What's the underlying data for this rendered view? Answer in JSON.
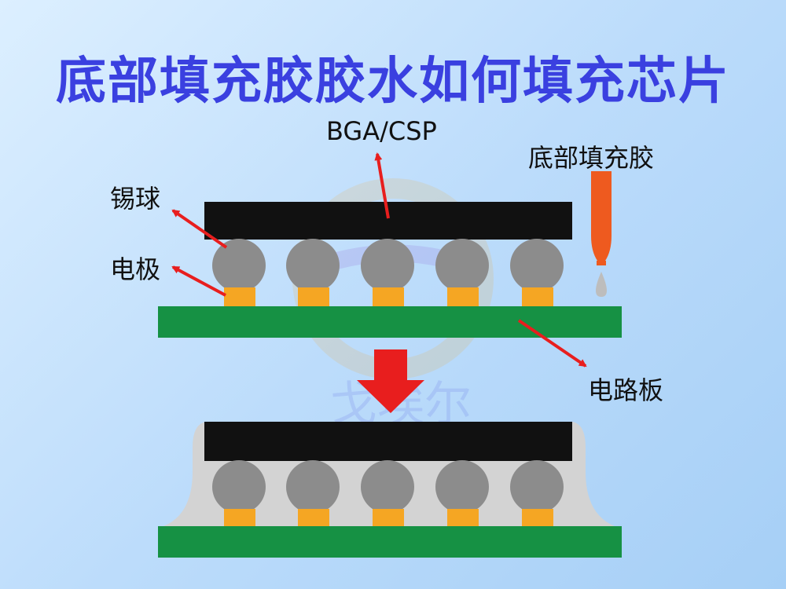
{
  "title": "底部填充胶胶水如何填充芯片",
  "labels": {
    "chip": "BGA/CSP",
    "underfill": "底部填充胶",
    "solder_ball": "锡球",
    "electrode": "电极",
    "pcb": "电路板"
  },
  "watermark": "戈埃尔",
  "colors": {
    "title": "#3a40e0",
    "chip": "#111111",
    "solder_ball": "#8c8c8c",
    "electrode": "#f5a623",
    "pcb": "#169144",
    "underfill_nozzle": "#ee5a1f",
    "underfill_fill": "#d3d3d3",
    "arrow": "#e81e1e"
  }
}
